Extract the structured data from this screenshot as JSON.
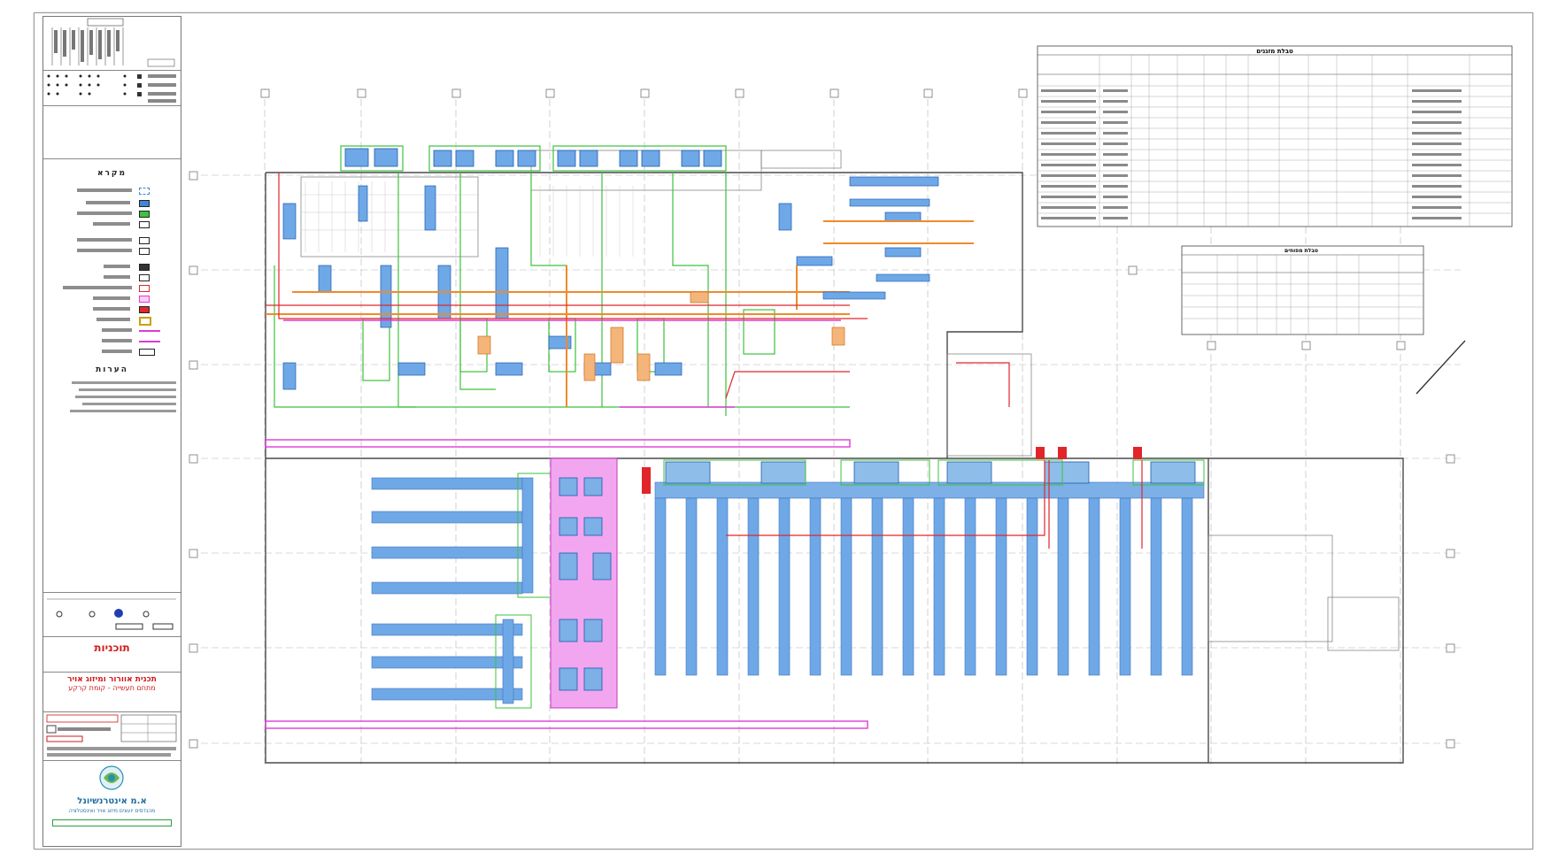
{
  "titleblock": {
    "legend_heading": "מקרא",
    "notes_heading": "הערות",
    "project_name": "תכנית אוורור ומיזוג אויר",
    "project_name_line2": "מתחם תעשייה - קומת קרקע",
    "drawing_title": "תוכניות",
    "firm_name": "א.מ אינטרנשיונל",
    "firm_subtitle": "מהנדסים יועצים מיזוג אויר ואינסטלציה"
  },
  "tables": {
    "main": {
      "title": "טבלת מזגנים",
      "row_count": 13,
      "columns": 14
    },
    "secondary": {
      "title": "טבלת מפוחים",
      "row_count": 5,
      "columns": 10
    }
  },
  "colors": {
    "duct_blue": "#3f86d6",
    "duct_light_blue": "#6fa8e6",
    "supply_green": "#3cc23c",
    "return_orange": "#f08a2a",
    "pipe_red": "#e0262a",
    "pipe_magenta": "#e03ad6",
    "pink_zone": "#f2a6ef",
    "grid_gray": "#9b9b9b",
    "wall_dark": "#4a4a4a"
  }
}
